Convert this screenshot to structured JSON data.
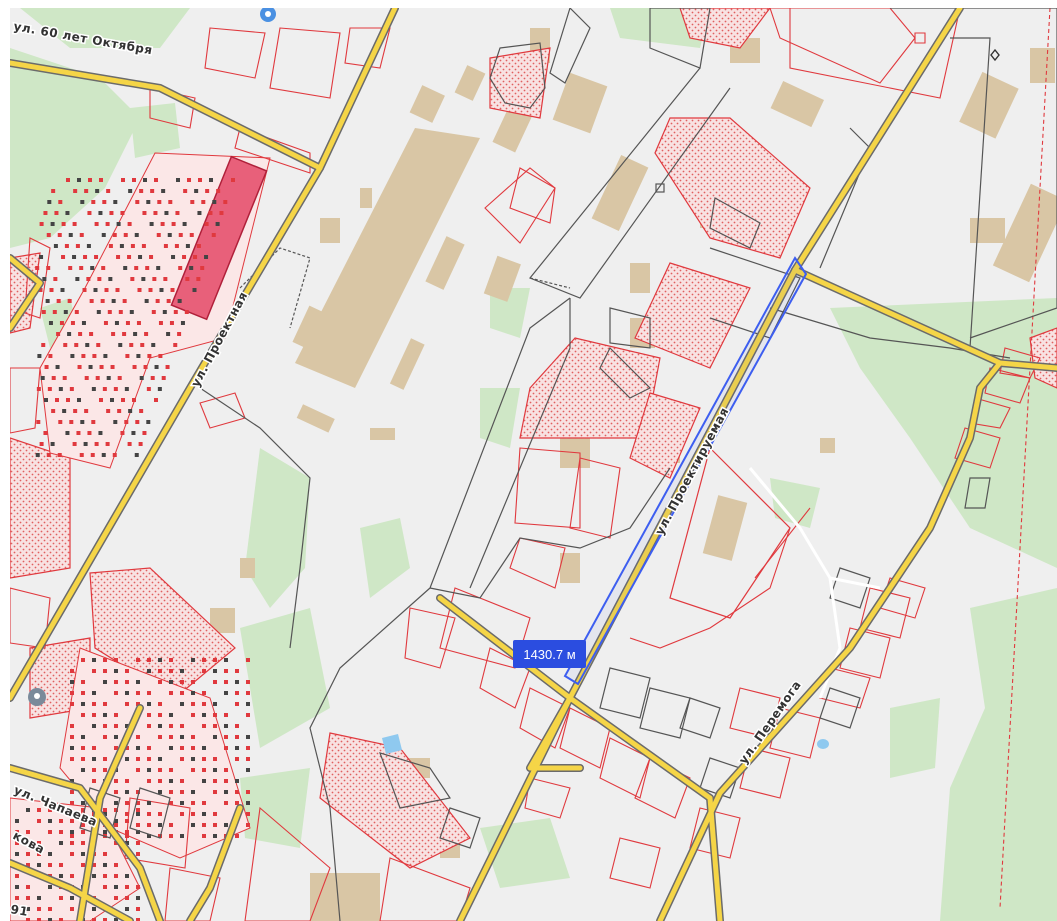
{
  "map": {
    "colors": {
      "background": "#efefef",
      "green_area": "#cfe7c6",
      "building": "#d9c6a5",
      "road_fill": "#f5d547",
      "road_casing": "#555555",
      "cadastral_line": "#e0393e",
      "cadastral_hatch": "#f7d7d7",
      "highlight_parcel": "#e8607a",
      "measure_line": "#3d5ef0",
      "measure_label_bg": "#2b4de0",
      "water": "#8fc9ef"
    },
    "icons": [
      "location-pin-icon",
      "home-marker-icon",
      "water-icon"
    ]
  },
  "street_labels": {
    "let_oktyabrya": "ул. 60 лет Октября",
    "proektnaya": "ул. Проектная",
    "proektiruemaya": "ул. Проектируемая",
    "peremoga": "ул. Перемога",
    "chapaeva": "ул. Чапаева",
    "kova": "кова",
    "num": "91"
  },
  "measurement": {
    "distance_label": "1430.7 м"
  }
}
